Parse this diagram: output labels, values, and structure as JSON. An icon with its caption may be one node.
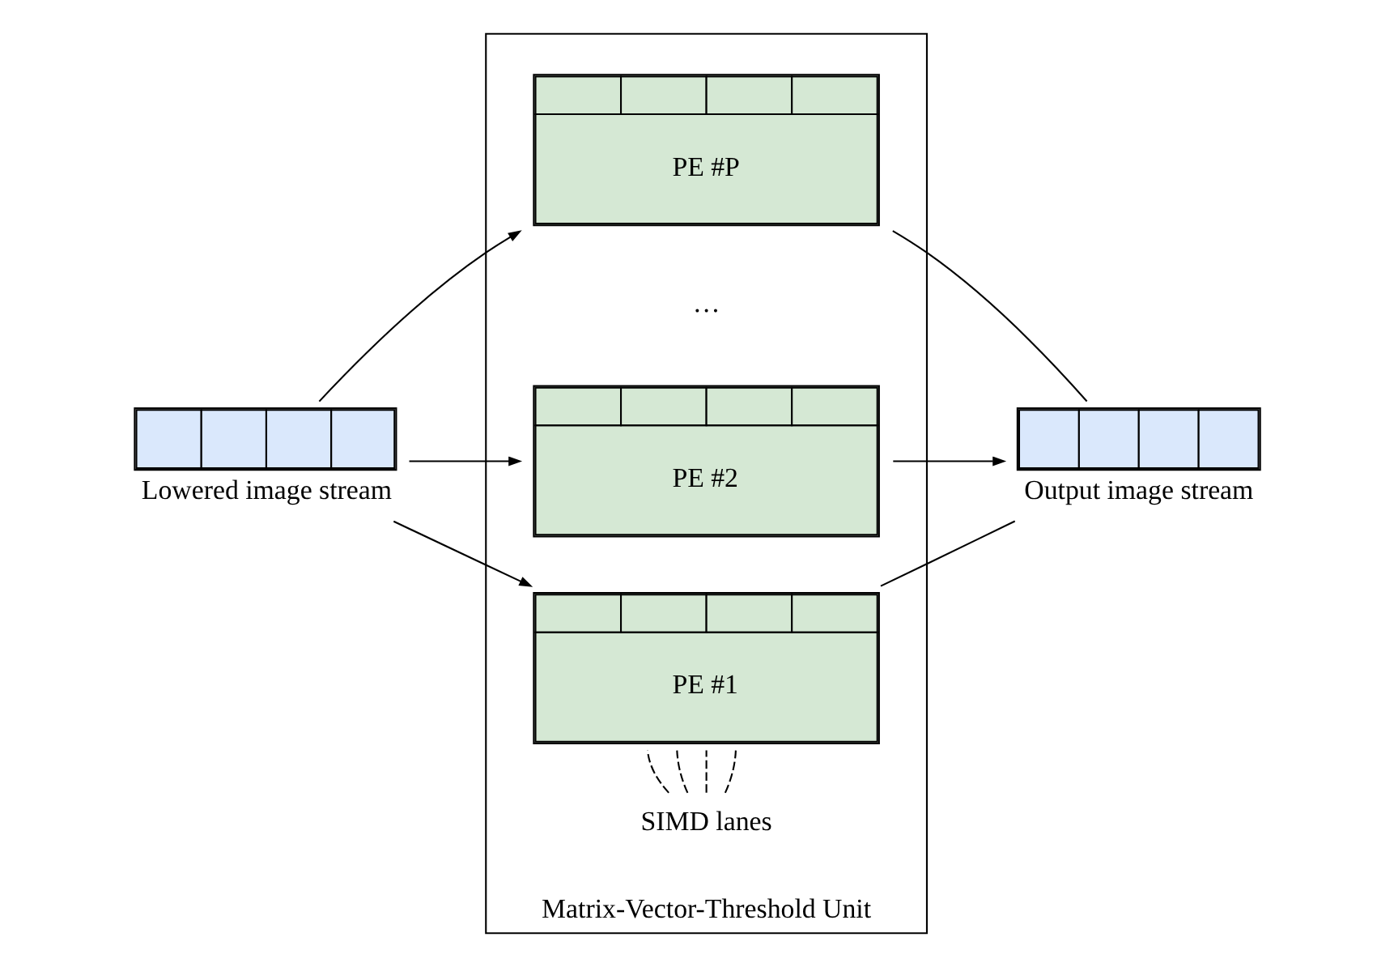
{
  "diagram": {
    "nodes": [
      {
        "text": [
          "Matrix-Vector-Threshold Unit"
        ]
      },
      {
        "text": [
          "SIMD lanes"
        ],
        "in": 0
      },
      {
        "text": [
          "PE #1"
        ],
        "in": 0
      },
      {
        "text": [
          "PE #2"
        ],
        "in": 0
      },
      {
        "text": [
          "PE #P"
        ],
        "in": 0
      },
      {
        "text": [
          "Lowered image stream"
        ]
      },
      {
        "text": [
          "Output image stream"
        ]
      }
    ],
    "edges": [
      {
        "from": 5,
        "to": 2,
        "arrow": "to"
      },
      {
        "from": 5,
        "to": 3,
        "arrow": "to"
      },
      {
        "from": 5,
        "to": 4,
        "arrow": "to"
      },
      {
        "from": 2,
        "to": 6,
        "arrow": "none"
      },
      {
        "from": 3,
        "to": 6,
        "arrow": "to"
      },
      {
        "from": 4,
        "to": 6,
        "arrow": "none"
      },
      {
        "from": 1,
        "to": 2,
        "arrow": "none",
        "style": "dashed"
      },
      {
        "from": 1,
        "to": 2,
        "arrow": "none",
        "style": "dashed"
      },
      {
        "from": 1,
        "to": 2,
        "arrow": "none",
        "style": "dashed"
      },
      {
        "from": 1,
        "to": 2,
        "arrow": "none",
        "style": "dashed"
      }
    ],
    "labels": [
      "…"
    ]
  }
}
